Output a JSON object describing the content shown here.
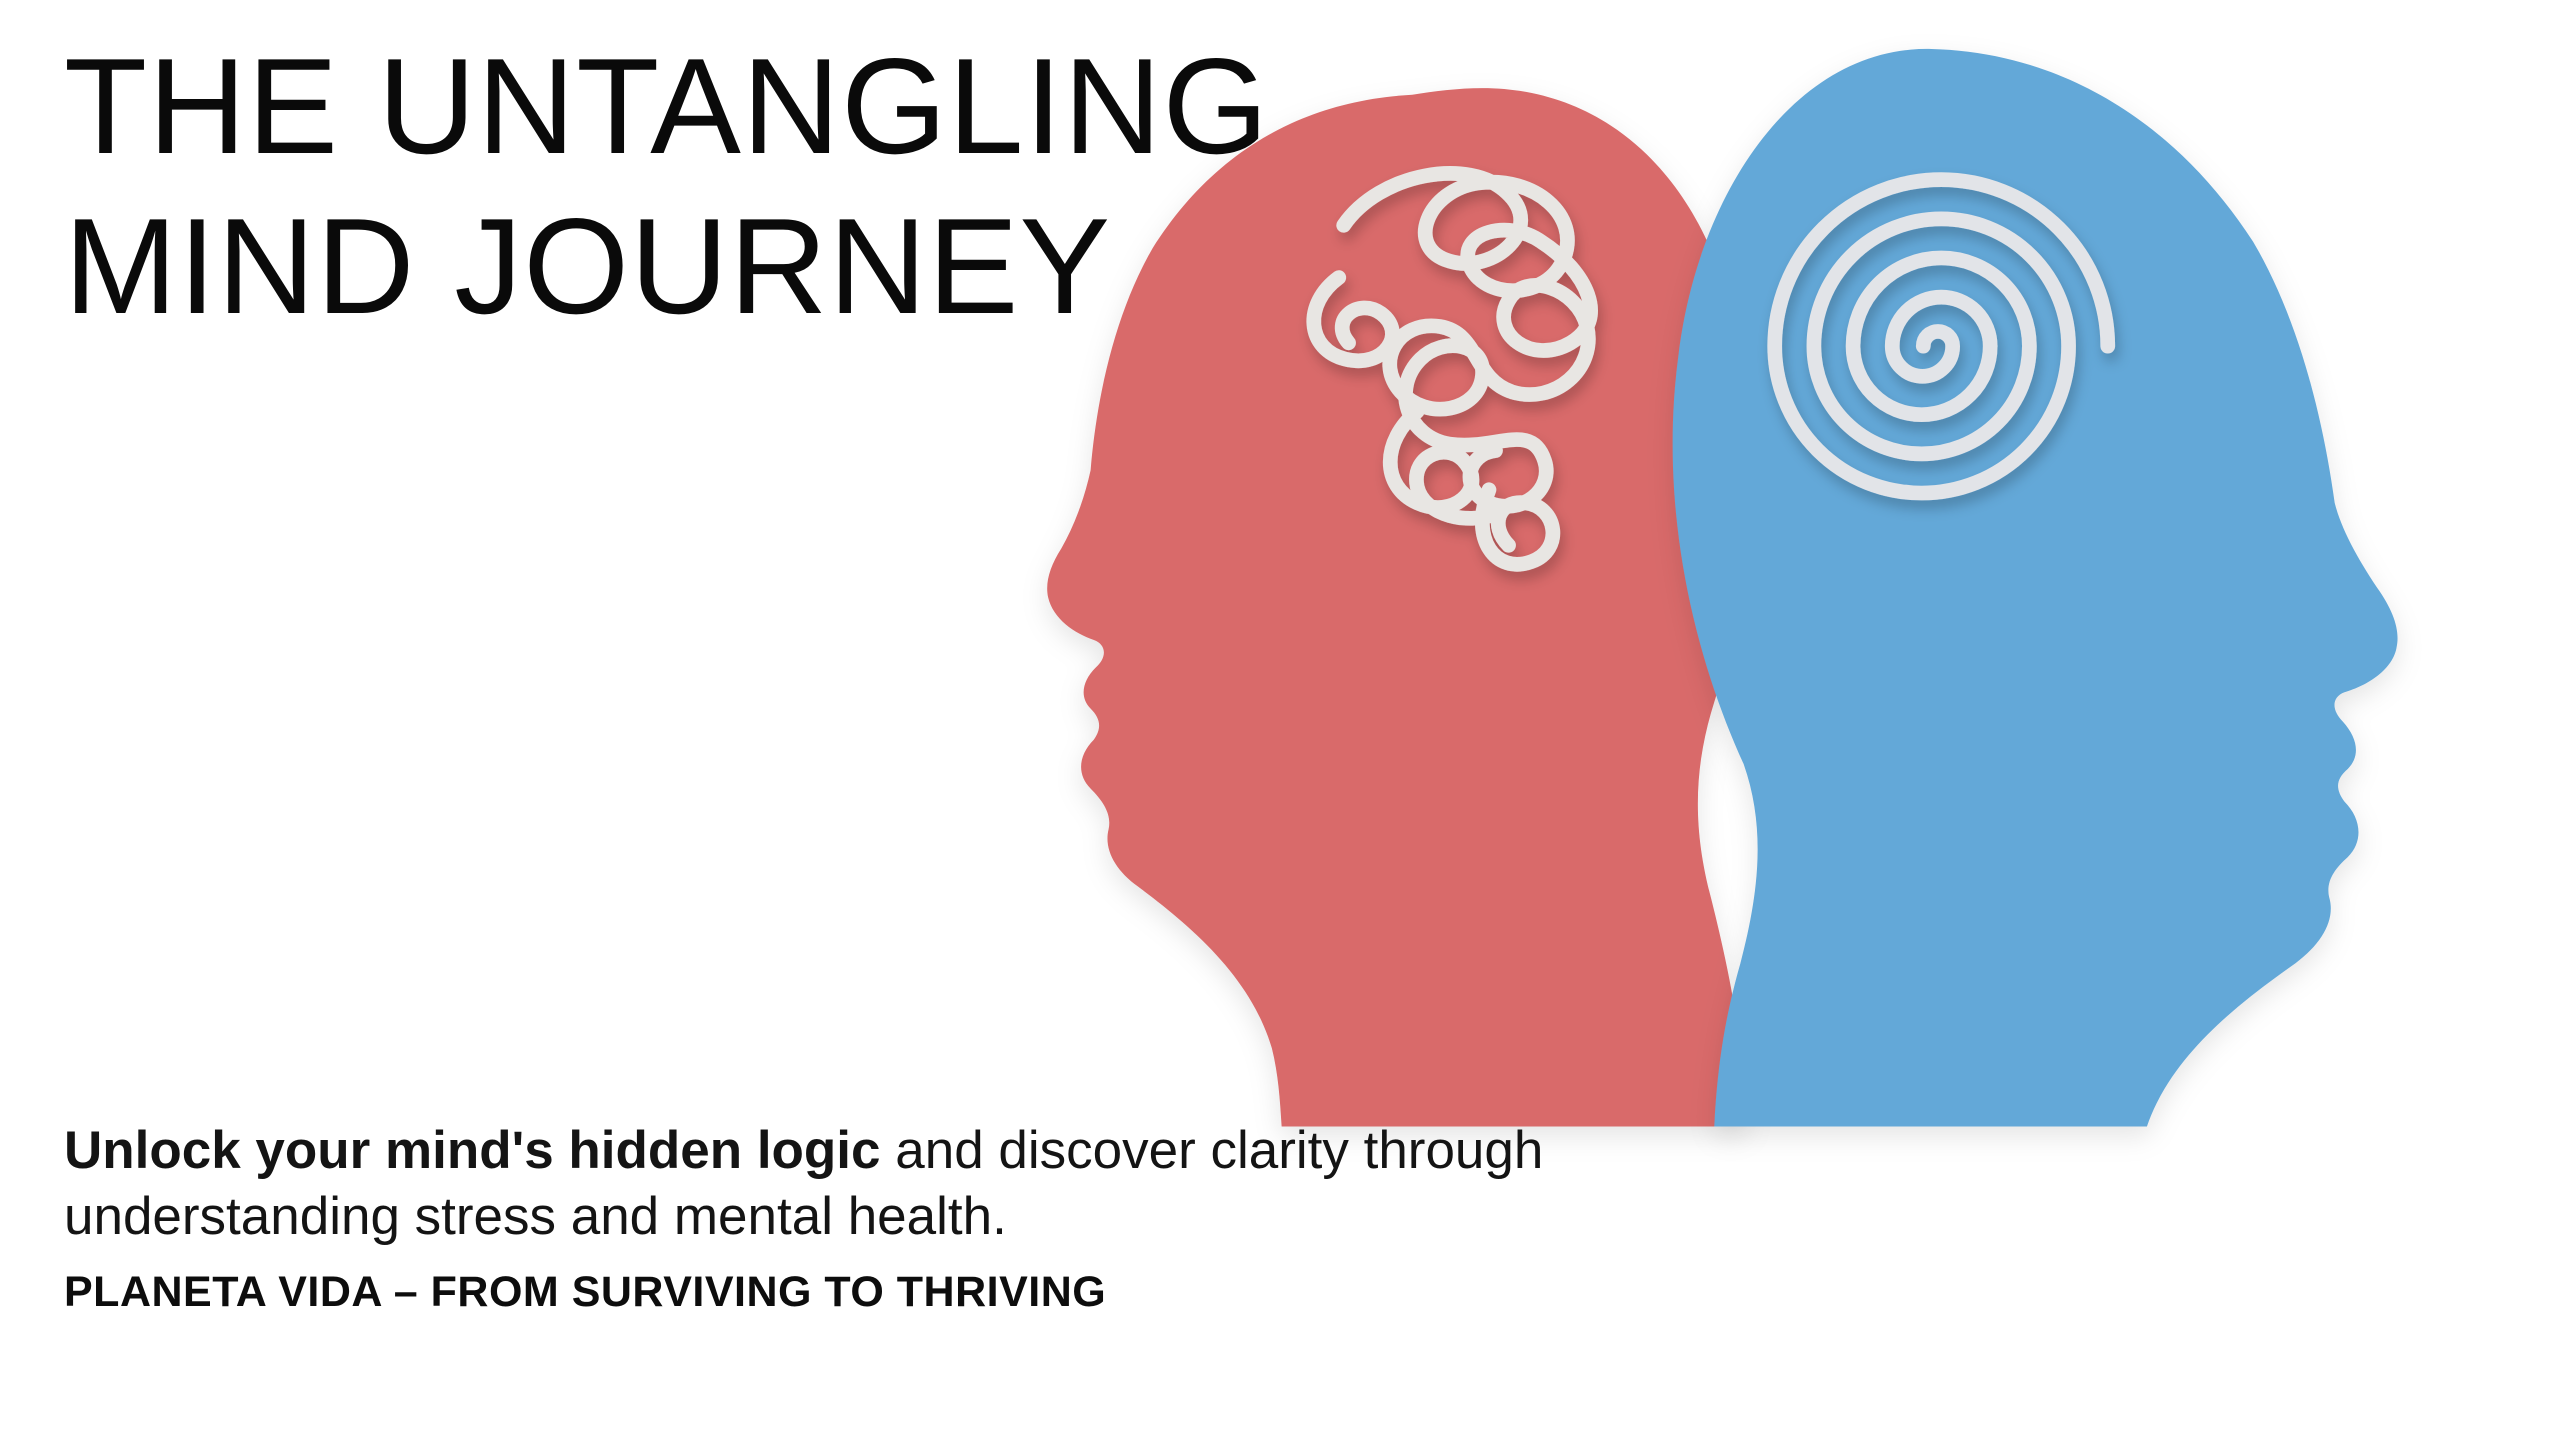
{
  "page": {
    "background_color": "#ffffff"
  },
  "title": {
    "line1": "THE UNTANGLING",
    "line2": "MIND JOURNEY"
  },
  "subtitle": {
    "bold": "Unlock your mind's hidden logic",
    "rest": " and discover clarity through understanding stress and mental health."
  },
  "footer": {
    "text": "PLANETA VIDA – FROM SURVIVING TO THRIVING"
  },
  "illustration": {
    "description": "Two back-to-back head profile silhouettes; left red head contains a tangled string, right blue head contains a neat spiral",
    "left_head_color": "#d96a6a",
    "right_head_color": "#64a8d8",
    "line_color": "#e8e6e3",
    "spiral_line_color": "#e2e4e8",
    "left_head_icon": "tangle-icon",
    "right_head_icon": "spiral-icon"
  }
}
